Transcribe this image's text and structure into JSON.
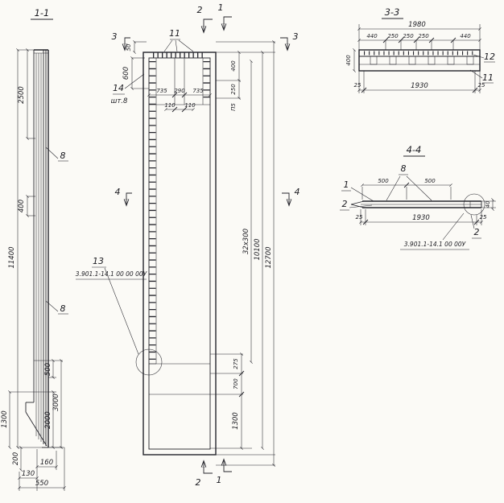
{
  "views": {
    "s11": {
      "title": "1-1",
      "pos8a": "8",
      "pos8b": "8",
      "d11400": "11400",
      "d2500": "2500",
      "d400": "400",
      "d500": "500",
      "d3000": "3000",
      "d2000": "2000",
      "d1300": "1300",
      "d200": "200",
      "d130": "130",
      "d160": "160",
      "d550": "550"
    },
    "main": {
      "m2top": "2",
      "m1top": "1",
      "m3l": "3",
      "m3r": "3",
      "m4l": "4",
      "m4r": "4",
      "m2bot": "2",
      "m1bot": "1",
      "pos11": "11",
      "pos14": "14",
      "qty14": "шт.8",
      "pos13": "13",
      "doc13": "3.901.1-14.1 00 00 00У",
      "d50": "50",
      "d600": "600",
      "d735a": "735",
      "d290": "290",
      "d735b": "735",
      "d110a": "110",
      "d110b": "110",
      "d400": "400",
      "d250": "250",
      "p5": "П5",
      "d32x300": "32х300",
      "d10100": "10100",
      "d12700": "12700",
      "d275": "275",
      "d700": "700",
      "d1300": "1300"
    },
    "s33": {
      "title": "3-3",
      "d1980": "1980",
      "d440a": "440",
      "d250a": "250",
      "d250b": "250",
      "d250c": "250",
      "d440b": "440",
      "d400": "400",
      "d25a": "25",
      "d1930": "1930",
      "d25b": "25",
      "pos12": "12",
      "pos11": "11"
    },
    "s44": {
      "title": "4-4",
      "pos1": "1",
      "pos2": "2",
      "pos8": "8",
      "d500a": "500",
      "d500b": "500",
      "d25a": "25",
      "d1930": "1930",
      "d25b": "25",
      "d40": "40",
      "pos2b": "2",
      "doc": "3.901.1-14.1 00 00У"
    }
  }
}
